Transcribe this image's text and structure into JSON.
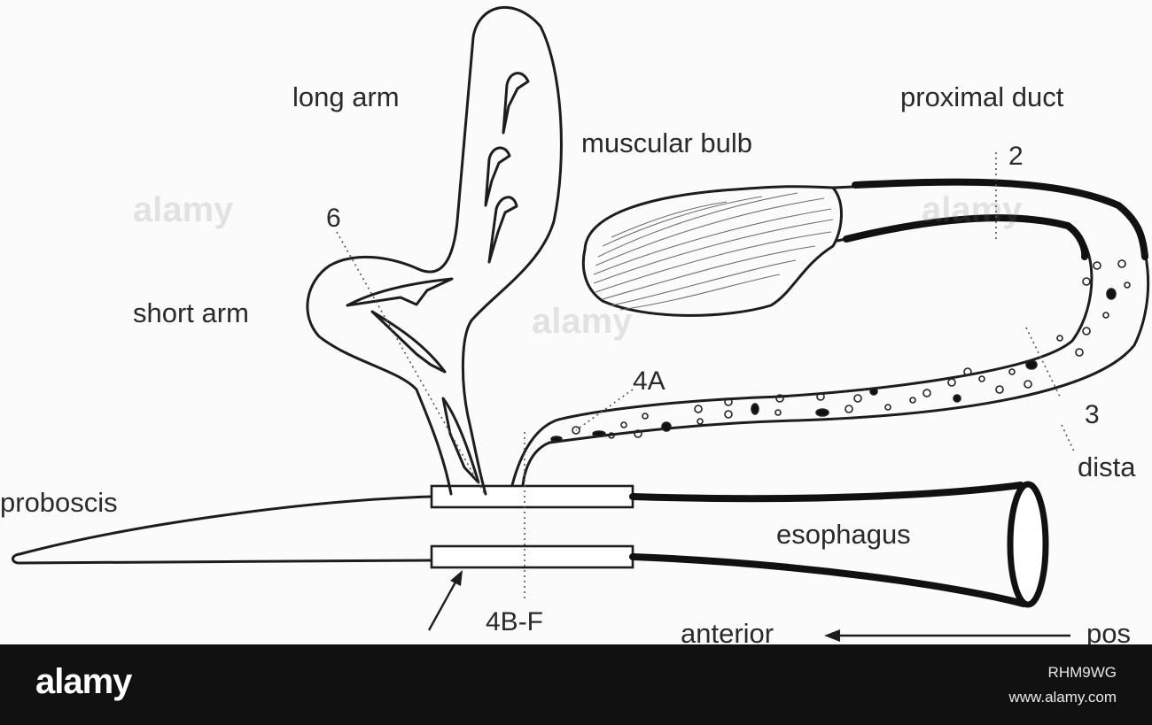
{
  "labels": {
    "long_arm": "long arm",
    "proximal_duct": "proximal duct",
    "muscular_bulb": "muscular bulb",
    "short_arm": "short arm",
    "proboscis": "proboscis",
    "esophagus": "esophagus",
    "distal": "dista",
    "anterior": "anterior",
    "posterior": "pos"
  },
  "section_markers": {
    "m2": "2",
    "m3": "3",
    "m6": "6",
    "m4a": "4A",
    "m4bf": "4B-F"
  },
  "watermark": {
    "brand": "alamy",
    "image_id": "RHM9WG",
    "url": "www.alamy.com"
  }
}
